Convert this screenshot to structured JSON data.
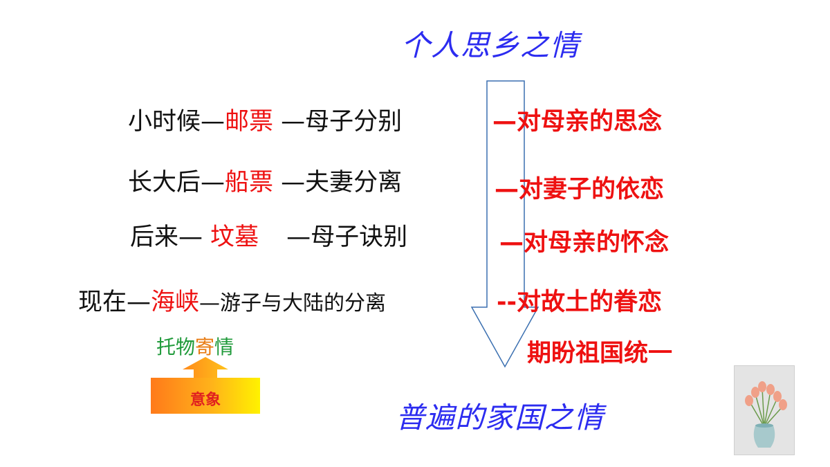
{
  "title_top": "个人思乡之情",
  "title_bottom": "普遍的家国之情",
  "rows": [
    {
      "p1": "小时候—",
      "p2": "邮票",
      "p3": " —母子分别",
      "right": "—对母亲的思念"
    },
    {
      "p1": "长大后—",
      "p2": "船票",
      "p3": " —夫妻分离",
      "right": "—对妻子的依恋"
    },
    {
      "p1": "后来— ",
      "p2": "坟墓",
      "p3": "—母子诀别",
      "right": "—对母亲的怀念"
    },
    {
      "p1": "现在—",
      "p2": "海峡",
      "p3": "—游子与大陆的分离",
      "right": "--对故土的眷恋"
    }
  ],
  "extra_right": "期盼祖国统一",
  "tuo_wu_ji_qing": [
    "托",
    "物",
    "寄",
    "情"
  ],
  "yi_xiang": "意象",
  "colors": {
    "title": "#2c2cf0",
    "highlight": "#ee1111",
    "arrow_outline": "#3a6fb0",
    "tuo_green": "#1f9a3a",
    "tuo_orange": "#e87a10"
  }
}
